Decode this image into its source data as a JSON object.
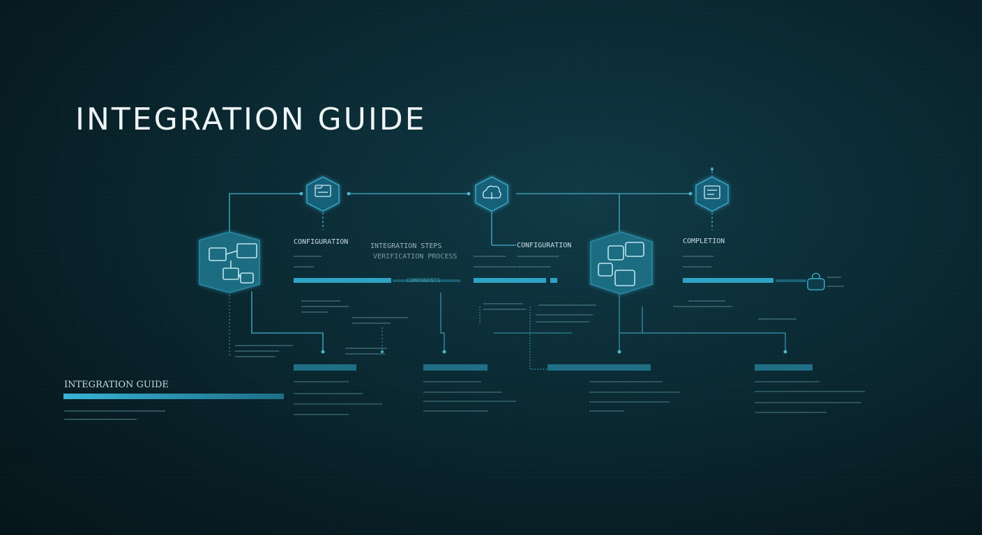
{
  "title": "INTEGRATION GUIDE",
  "colors": {
    "background": "#0a2a33",
    "line": "#3b9bb4",
    "node_fill": "#15566a",
    "accent_bar": "#35a8c8",
    "text_light": "#eef4f6",
    "text_faint": "#5f8d98"
  },
  "sections": {
    "left_heading": "INTEGRATION GUIDE",
    "step1_label": "CONFIGURATION",
    "step2_label": "INTEGRATION STEPS",
    "step2_sublabel": "VERIFICATION PROCESS",
    "step3_label": "CONFIGURATION",
    "step4_label": "COMPLETION",
    "bar_caption": "COMPONENTS"
  },
  "icons": {
    "left_hub": "connected-devices-icon",
    "node_1": "folder-icon",
    "node_2": "cloud-upload-icon",
    "node_3": "dashboard-icon",
    "right_hub": "network-cluster-icon",
    "end": "lock-icon"
  }
}
